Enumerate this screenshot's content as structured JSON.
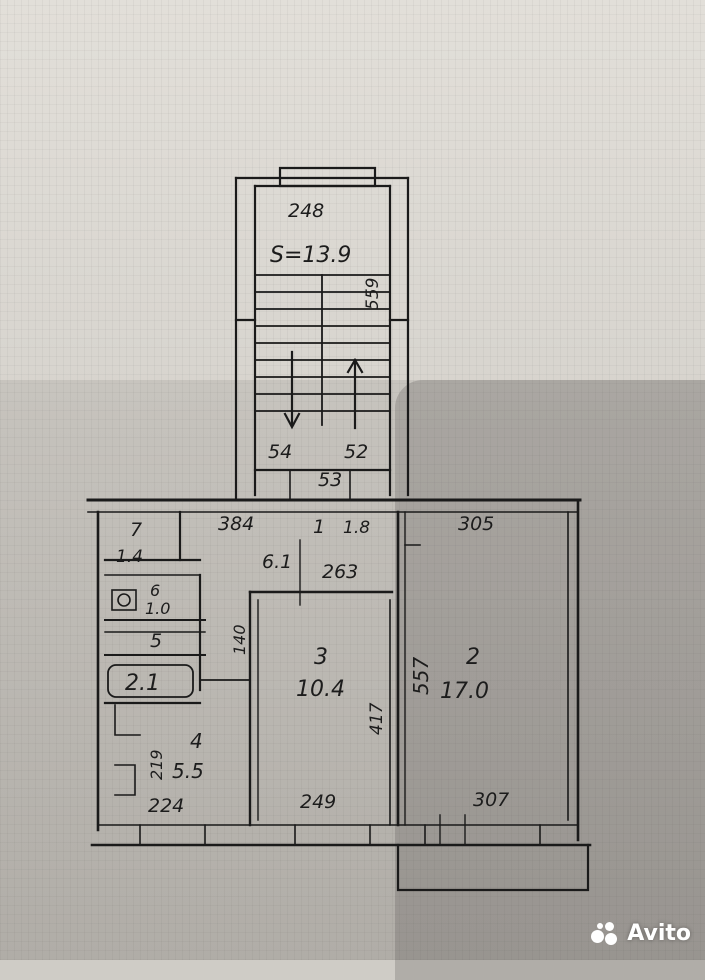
{
  "plan": {
    "labels": {
      "stair_width": "248",
      "stair_area": "S=13.9",
      "stair_length": "559",
      "stair_left": "54",
      "stair_right": "52",
      "entry_width": "53",
      "corridor_width": "384",
      "room2_top": "305",
      "room7_num": "7",
      "room7_area": "1.4",
      "room1_num": "1",
      "room1_area": "6.1",
      "room1_extra": "1.8",
      "corridor_len": "263",
      "room6_num": "6",
      "room6_area": "1.0",
      "room5_num": "5",
      "room5_area": "2.1",
      "dim_140": "140",
      "room3_num": "3",
      "room3_area": "10.4",
      "dim_417": "417",
      "dim_557": "557",
      "room2_num": "2",
      "room2_area": "17.0",
      "room4_num": "4",
      "room4_area": "5.5",
      "dim_219": "219",
      "dim_224": "224",
      "dim_249": "249",
      "dim_307": "307"
    }
  },
  "watermark": {
    "brand": "Avito",
    "color": "#ffffff"
  }
}
